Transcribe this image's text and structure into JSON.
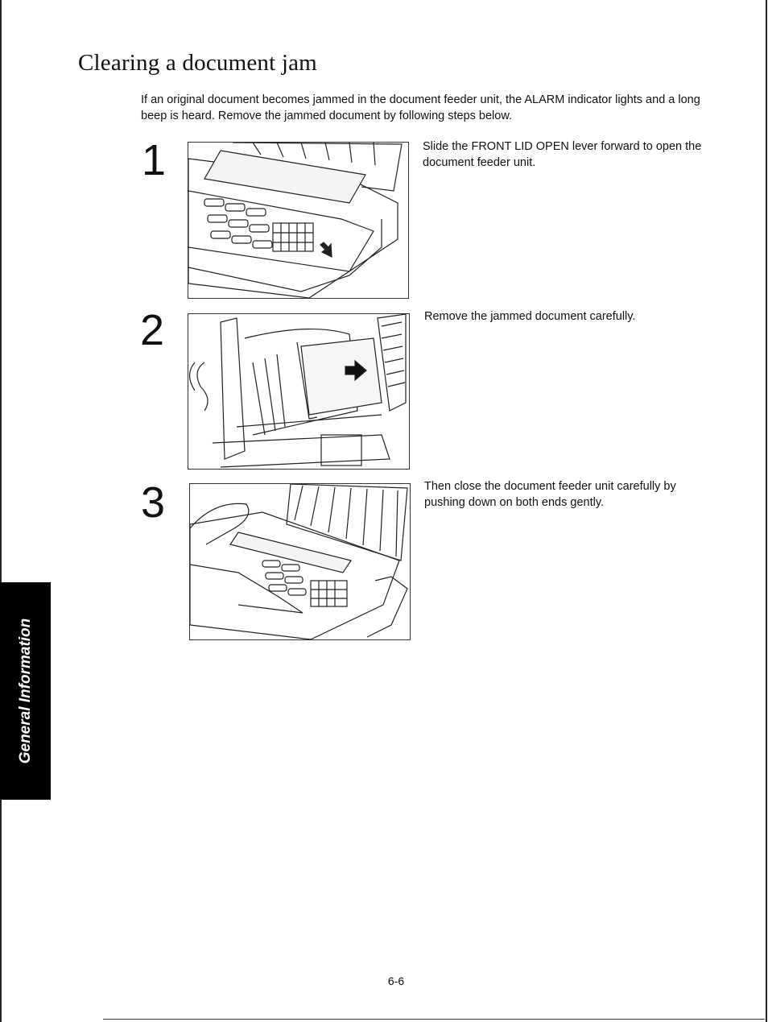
{
  "title": "Clearing a document jam",
  "intro": "If an original document becomes jammed in the document feeder unit, the ALARM indicator lights and a long beep is heard. Remove the jammed document by following steps below.",
  "steps": [
    {
      "number": "1",
      "text": "Slide the FRONT LID OPEN lever forward to open the document feeder unit."
    },
    {
      "number": "2",
      "text": "Remove the jammed document carefully."
    },
    {
      "number": "3",
      "text": "Then close the document feeder unit carefully by pushing down on both ends gently."
    }
  ],
  "side_tab": "General Information",
  "page_number": "6-6"
}
